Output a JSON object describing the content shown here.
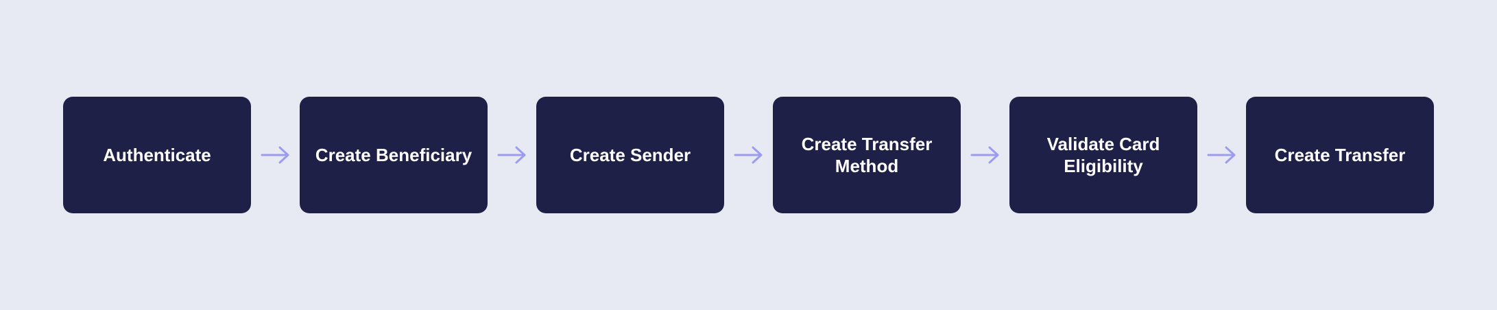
{
  "diagram": {
    "steps": [
      {
        "label": "Authenticate"
      },
      {
        "label": "Create Beneficiary"
      },
      {
        "label": "Create Sender"
      },
      {
        "label": "Create Transfer\nMethod"
      },
      {
        "label": "Validate Card\nEligibility"
      },
      {
        "label": "Create Transfer"
      }
    ],
    "colors": {
      "background": "#e8eaf3",
      "step_fill": "#1f2048",
      "step_text": "#ffffff",
      "arrow": "#9b9cf0"
    },
    "connector_icon": "arrow-right-icon"
  }
}
